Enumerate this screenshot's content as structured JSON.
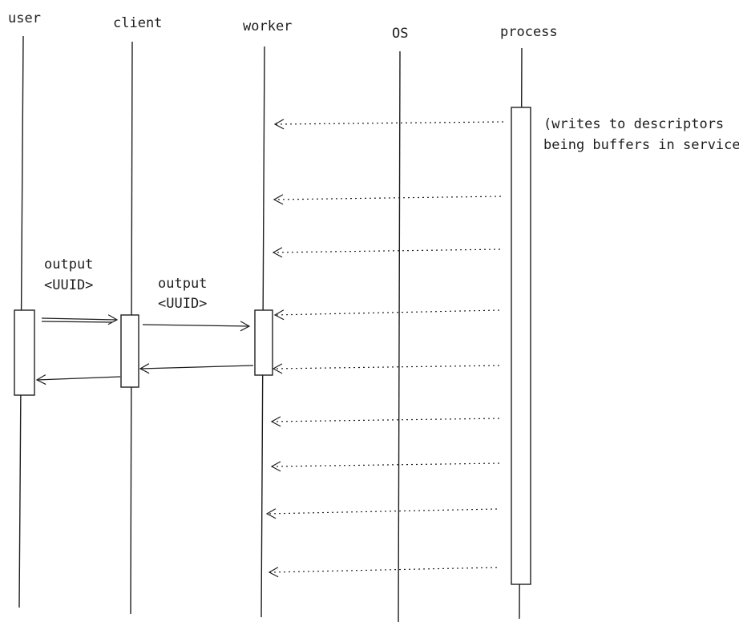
{
  "participants": [
    {
      "id": "user",
      "label": "user"
    },
    {
      "id": "client",
      "label": "client"
    },
    {
      "id": "worker",
      "label": "worker"
    },
    {
      "id": "os",
      "label": "OS"
    },
    {
      "id": "process",
      "label": "process"
    }
  ],
  "note": {
    "line1": "(writes to descriptors",
    "line2": "being buffers in service)"
  },
  "messages": [
    {
      "id": "user-to-client",
      "from": "user",
      "to": "client",
      "label_line1": "output",
      "label_line2": "<UUID>",
      "style": "solid"
    },
    {
      "id": "client-to-worker",
      "from": "client",
      "to": "worker",
      "label_line1": "output",
      "label_line2": "<UUID>",
      "style": "solid"
    },
    {
      "id": "worker-to-client",
      "from": "worker",
      "to": "client",
      "label_line1": "",
      "label_line2": "",
      "style": "solid"
    },
    {
      "id": "client-to-user",
      "from": "client",
      "to": "user",
      "label_line1": "",
      "label_line2": "",
      "style": "solid"
    }
  ],
  "process_writes": {
    "from": "process",
    "to": "worker",
    "style": "dotted",
    "count": 9
  }
}
